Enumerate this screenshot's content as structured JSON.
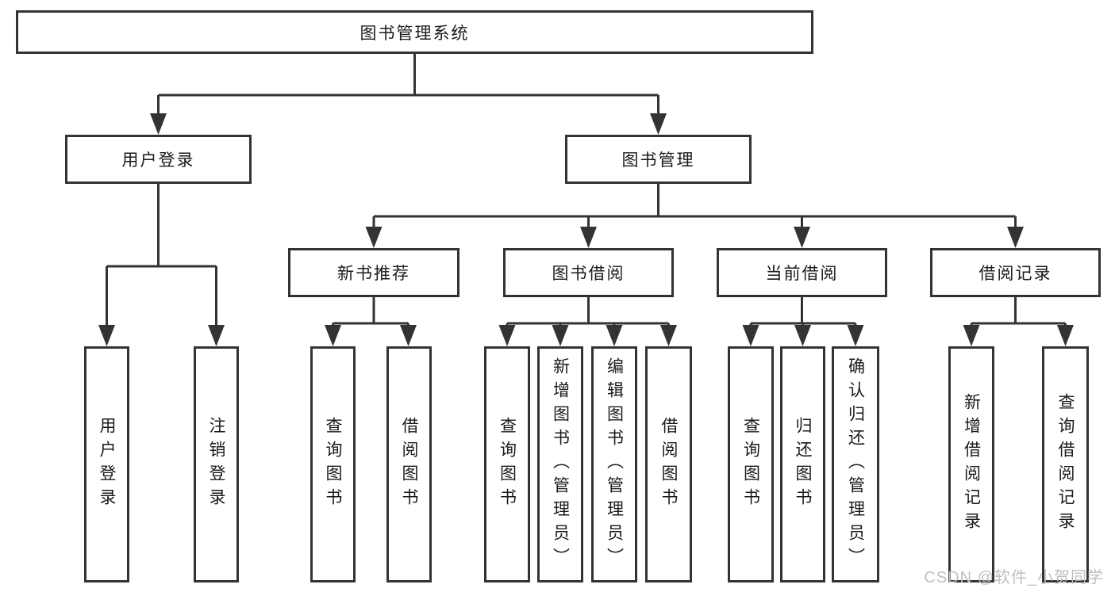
{
  "page": {
    "background_color": "#ffffff",
    "line_color": "#333333",
    "text_color": "#1a1a1a",
    "watermark_color": "#bfbfbf"
  },
  "watermark": "CSDN @软件_小贺同学",
  "diagram": {
    "root": "图书管理系统",
    "branches": {
      "user_login": {
        "label": "用户登录",
        "children": [
          "用户登录",
          "注销登录"
        ]
      },
      "book_management": {
        "label": "图书管理",
        "sections": {
          "new_books": {
            "label": "新书推荐",
            "children": [
              "查询图书",
              "借阅图书"
            ]
          },
          "book_borrowing": {
            "label": "图书借阅",
            "children": [
              "查询图书",
              "新增图书（管理员）",
              "编辑图书（管理员）",
              "借阅图书"
            ]
          },
          "current_borrowing": {
            "label": "当前借阅",
            "children": [
              "查询图书",
              "归还图书",
              "确认归还（管理员）"
            ]
          },
          "borrowing_records": {
            "label": "借阅记录",
            "children": [
              "新增借阅记录",
              "查询借阅记录"
            ]
          }
        }
      }
    }
  }
}
